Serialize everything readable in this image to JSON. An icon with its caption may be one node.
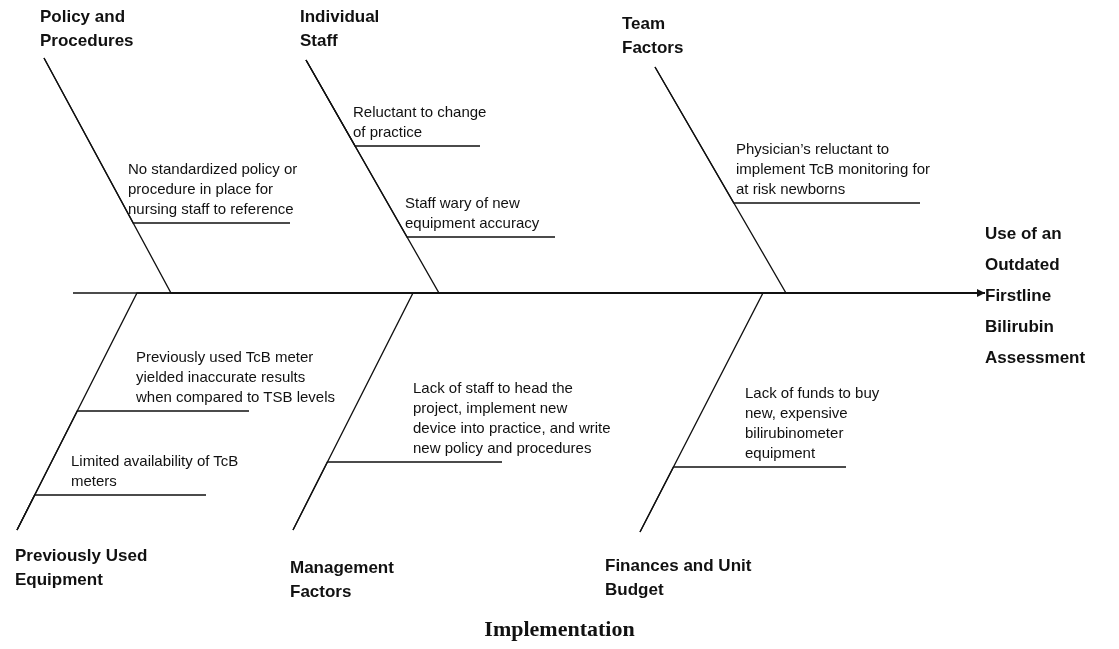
{
  "diagram": {
    "caption": "Implementation",
    "nodes": [
      {
        "text": [
          "Policy and Procedures"
        ]
      },
      {
        "text": [
          "Individual Staff"
        ]
      },
      {
        "text": [
          "Team Factors"
        ]
      },
      {
        "text": [
          "No standardized policy or procedure in place for nursing staff to reference"
        ]
      },
      {
        "text": [
          "Reluctant to change of practice"
        ]
      },
      {
        "text": [
          "Staff wary of new equipment accuracy"
        ]
      },
      {
        "text": [
          "Physician’s reluctant to implement TcB monitoring for at risk newborns"
        ]
      },
      {
        "text": [
          "Use of an Outdated Firstline Bilirubin Assessment"
        ]
      },
      {
        "text": [
          "Previously used TcB meter yielded inaccurate results when compared to TSB levels"
        ]
      },
      {
        "text": [
          "Limited availability of TcB meters"
        ]
      },
      {
        "text": [
          "Lack of staff to head the project, implement new device into practice, and write new policy and procedures"
        ]
      },
      {
        "text": [
          "Lack of funds to buy new, expensive bilirubinometer equipment"
        ]
      },
      {
        "text": [
          "Previously Used Equipment"
        ]
      },
      {
        "text": [
          "Management Factors"
        ]
      },
      {
        "text": [
          "Finances and Unit Budget"
        ]
      }
    ],
    "edges": [
      {
        "from": null,
        "to": 7,
        "arrow": "to"
      },
      {
        "from": 0,
        "to": 7,
        "arrow": "none"
      },
      {
        "from": 1,
        "to": 7,
        "arrow": "none"
      },
      {
        "from": 2,
        "to": 7,
        "arrow": "none"
      },
      {
        "from": 12,
        "to": 7,
        "arrow": "none"
      },
      {
        "from": 13,
        "to": 7,
        "arrow": "none"
      },
      {
        "from": 14,
        "to": 7,
        "arrow": "none"
      },
      {
        "from": 3,
        "to": 0,
        "arrow": "none"
      },
      {
        "from": 4,
        "to": 1,
        "arrow": "none"
      },
      {
        "from": 5,
        "to": 1,
        "arrow": "none"
      },
      {
        "from": 6,
        "to": 2,
        "arrow": "none"
      },
      {
        "from": 8,
        "to": 12,
        "arrow": "none"
      },
      {
        "from": 9,
        "to": 12,
        "arrow": "none"
      },
      {
        "from": 10,
        "to": 13,
        "arrow": "none"
      },
      {
        "from": 11,
        "to": 14,
        "arrow": "none"
      }
    ]
  }
}
